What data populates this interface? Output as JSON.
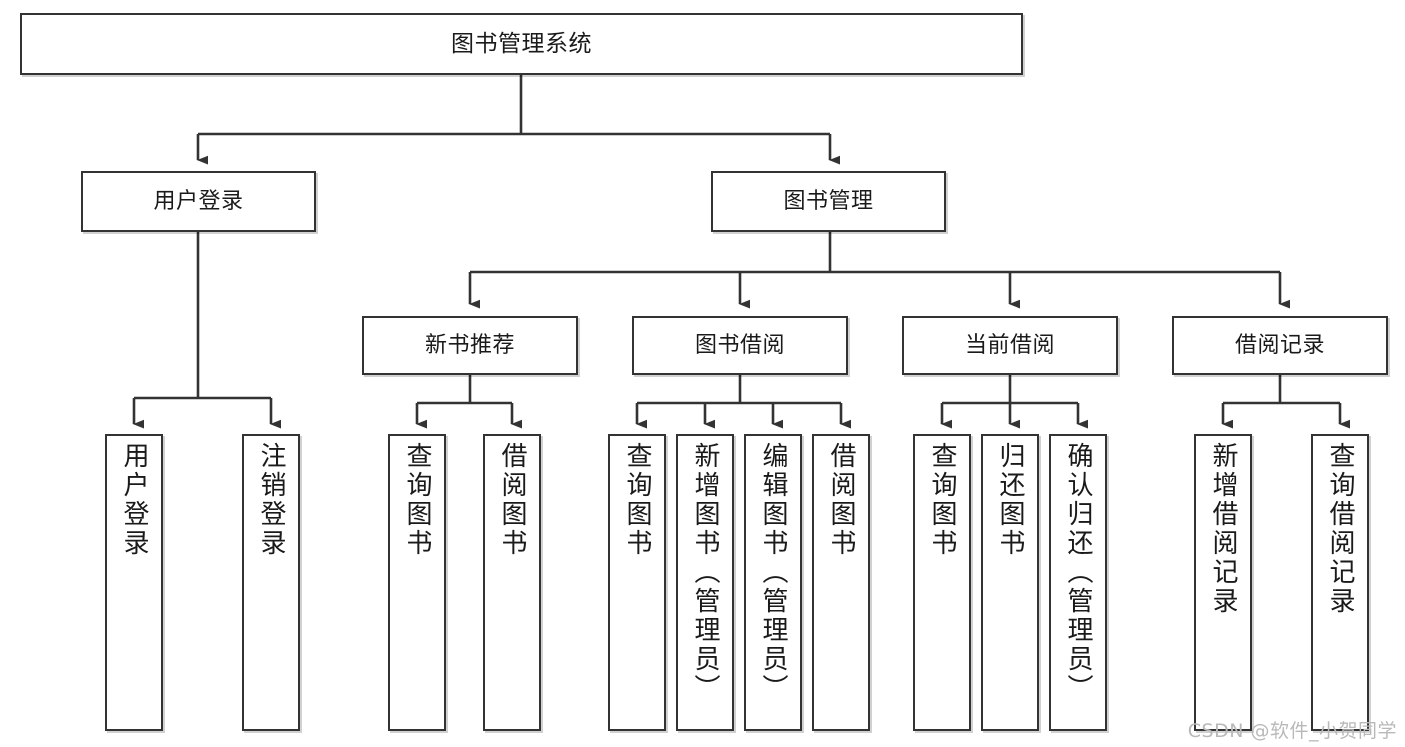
{
  "diagram": {
    "type": "tree",
    "title": "图书管理系统",
    "root": {
      "label": "图书管理系统"
    },
    "level1": [
      {
        "label": "用户登录"
      },
      {
        "label": "图书管理"
      }
    ],
    "level2": [
      {
        "label": "新书推荐"
      },
      {
        "label": "图书借阅"
      },
      {
        "label": "当前借阅"
      },
      {
        "label": "借阅记录"
      }
    ],
    "leaves": {
      "user_login": [
        {
          "label": "用户登录"
        },
        {
          "label": "注销登录"
        }
      ],
      "new_book": [
        {
          "label": "查询图书"
        },
        {
          "label": "借阅图书"
        }
      ],
      "book_borrow": [
        {
          "label": "查询图书"
        },
        {
          "label": "新增图书（管理员）"
        },
        {
          "label": "编辑图书（管理员）"
        },
        {
          "label": "借阅图书"
        }
      ],
      "current_borrow": [
        {
          "label": "查询图书"
        },
        {
          "label": "归还图书"
        },
        {
          "label": "确认归还（管理员）"
        }
      ],
      "borrow_record": [
        {
          "label": "新增借阅记录"
        },
        {
          "label": "查询借阅记录"
        }
      ]
    }
  },
  "watermark": {
    "text": "CSDN @软件_小贺同学"
  },
  "colors": {
    "box_border": "#333333",
    "background": "#ffffff",
    "text": "#1a1a1a",
    "connector": "#333333",
    "watermark": "#b9b9b9"
  }
}
